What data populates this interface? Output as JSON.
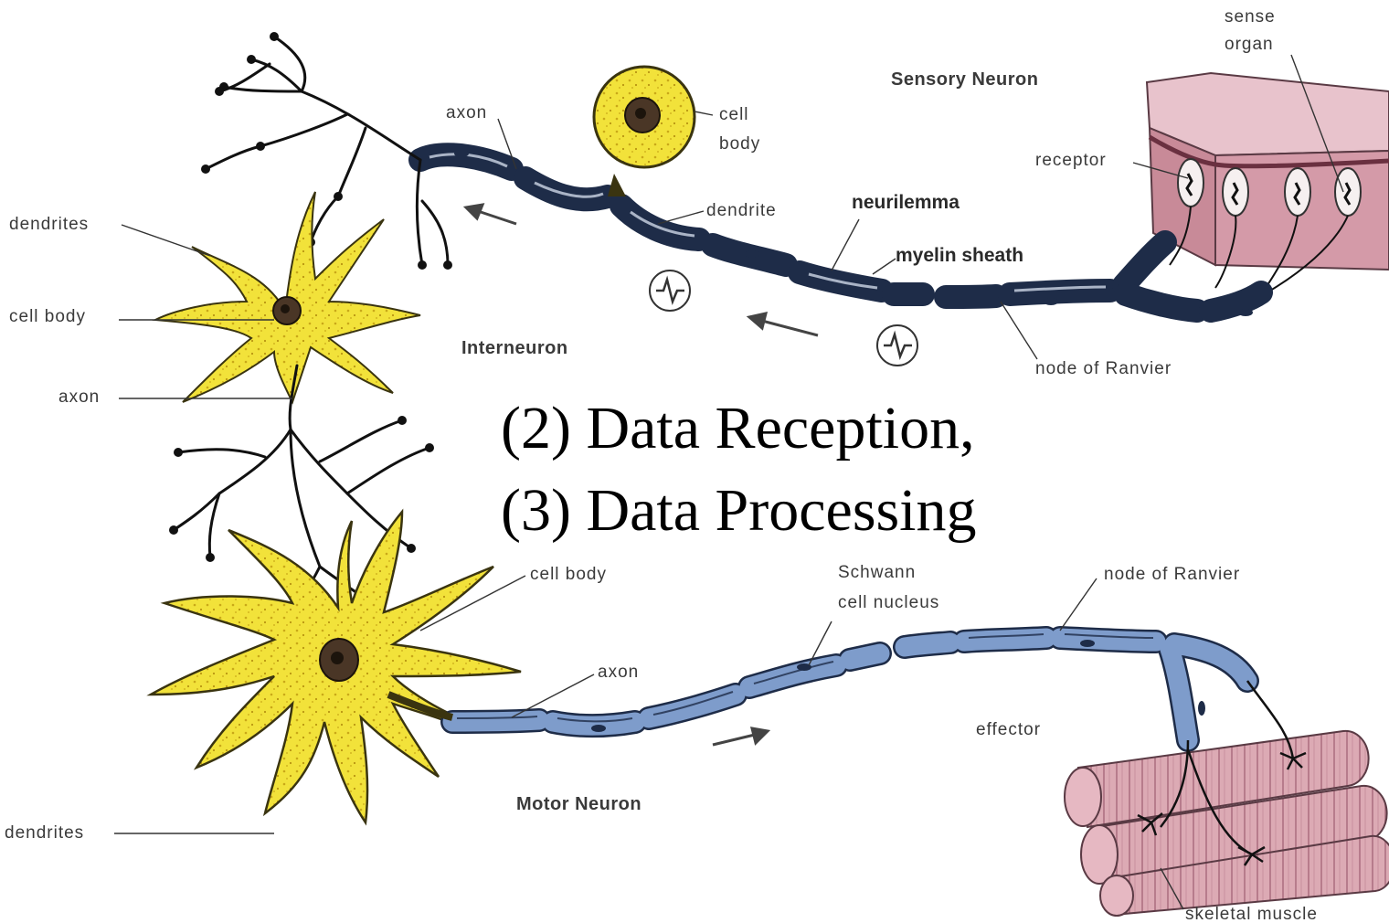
{
  "caption": {
    "line1": "(2) Data Reception,",
    "line2": "(3) Data Processing"
  },
  "labels": {
    "sense_organ_1": "sense",
    "sense_organ_2": "organ",
    "sensory_neuron": "Sensory Neuron",
    "receptor": "receptor",
    "axon_top": "axon",
    "cell_body_top_1": "cell",
    "cell_body_top_2": "body",
    "dendrite_top": "dendrite",
    "neurilemma": "neurilemma",
    "myelin_sheath": "myelin sheath",
    "node_of_ranvier_top": "node of Ranvier",
    "dendrites_left": "dendrites",
    "cell_body_left": "cell body",
    "axon_left": "axon",
    "interneuron": "Interneuron",
    "cell_body_motor": "cell body",
    "schwann_1": "Schwann",
    "schwann_2": "cell nucleus",
    "node_of_ranvier_bottom": "node of Ranvier",
    "axon_motor": "axon",
    "effector": "effector",
    "motor_neuron": "Motor Neuron",
    "dendrites_bottom": "dendrites",
    "skeletal_muscle": "skeletal muscle"
  },
  "colors": {
    "axon_fill": "#7e9ccb",
    "axon_stroke": "#1e2c48",
    "cell_fill": "#f2e23a",
    "cell_stroke": "#3a3410",
    "nucleus": "#4a3626",
    "skin_top": "#e8c3cc",
    "skin_side": "#c88a98",
    "muscle": "#dcaab4",
    "line": "#333333"
  }
}
